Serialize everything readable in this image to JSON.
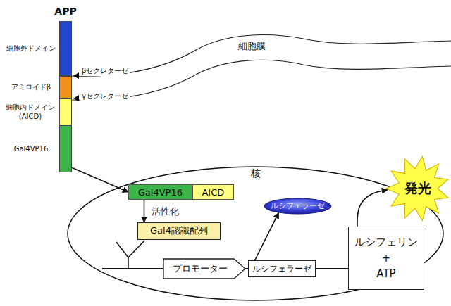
{
  "diagram": {
    "nodes": [
      {
        "text": [
          "細胞外ドメイン"
        ]
      },
      {
        "text": [
          "アミロイドβ"
        ]
      },
      {
        "text": [
          "細胞内ドメイン (AICD)"
        ]
      },
      {
        "text": [
          "Gal4VP16"
        ]
      },
      {
        "text": [
          "核"
        ]
      },
      {
        "text": [
          "Gal4VP16",
          "AICD"
        ],
        "in": 4
      },
      {
        "text": [
          "Gal4認識配列"
        ],
        "in": 4
      },
      {
        "text": [
          "ルシフェラーゼ"
        ],
        "in": 4
      },
      {
        "text": [
          "プロモーター"
        ],
        "in": 4
      },
      {
        "text": [
          "ルシフェラーゼ"
        ],
        "in": 4
      },
      {
        "text": [
          "ルシフェリン + ATP"
        ]
      },
      {
        "text": [
          "発光"
        ]
      }
    ],
    "edges": [
      {
        "from": 3,
        "to": 5,
        "arrow": "to"
      },
      {
        "from": 5,
        "to": 6,
        "label": "活性化",
        "arrow": "to"
      },
      {
        "from": 9,
        "to": 7,
        "arrow": "to"
      },
      {
        "from": 10,
        "to": 11,
        "arrow": "to"
      }
    ],
    "labels": [
      "APP",
      "βセクレターゼ",
      "γセクレターゼ",
      "細胞膜"
    ]
  }
}
